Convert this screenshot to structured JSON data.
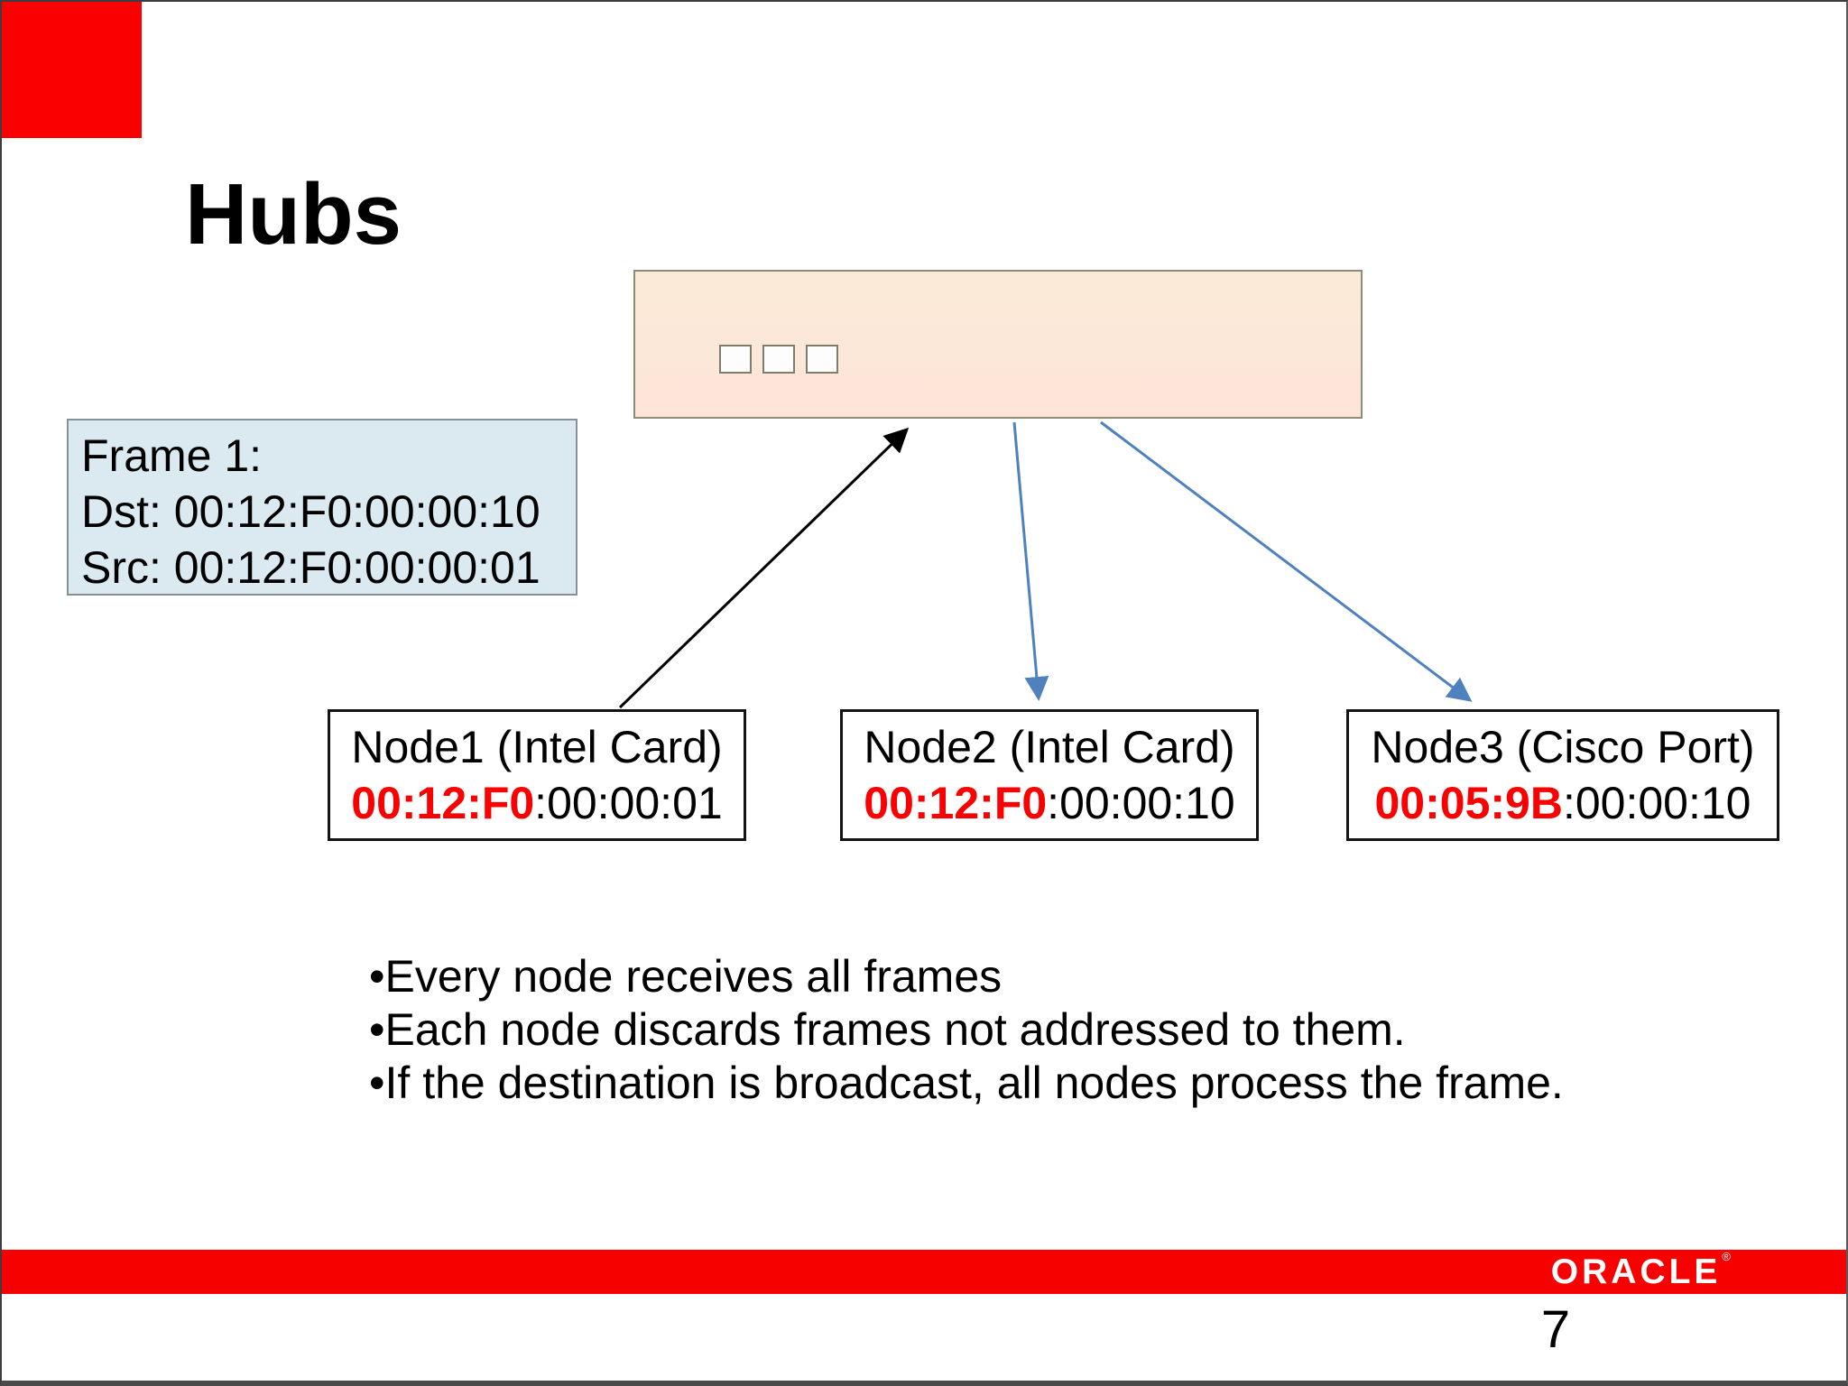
{
  "slide": {
    "title": "Hubs",
    "page_number": "7"
  },
  "brand": {
    "logo_text": "ORACLE",
    "registered_mark": "®",
    "red": "#fb0000"
  },
  "frame_box": {
    "line1": "Frame 1:",
    "line2": "Dst: 00:12:F0:00:00:10",
    "line3": "Src: 00:12:F0:00:00:01"
  },
  "hub": {
    "port_count": 3
  },
  "nodes": [
    {
      "label": "Node1 (Intel Card)",
      "mac_prefix": "00:12:F0",
      "mac_suffix": ":00:00:01"
    },
    {
      "label": "Node2 (Intel Card)",
      "mac_prefix": "00:12:F0",
      "mac_suffix": ":00:00:10"
    },
    {
      "label": "Node3 (Cisco Port)",
      "mac_prefix": "00:05:9B",
      "mac_suffix": ":00:00:10"
    }
  ],
  "bullets": {
    "marker": "•",
    "items": [
      "Every node receives all frames",
      "Each node discards frames not addressed to them.",
      "If the destination is broadcast, all nodes process the frame."
    ]
  },
  "colors": {
    "mac_highlight_red": "#fb0000",
    "arrow_blue": "#4f81bd",
    "arrow_black": "#000000",
    "hub_fill_top": "#fbead8",
    "hub_fill_bottom": "#fee3d9",
    "frame_fill": "#daeaf0",
    "footer_red": "#f70000"
  }
}
